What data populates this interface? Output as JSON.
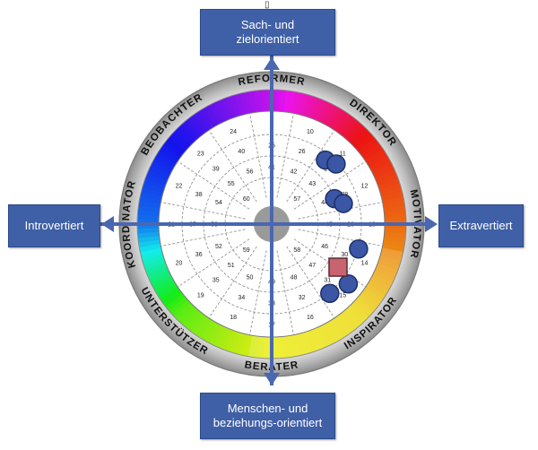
{
  "top_mark": "▯",
  "axis_labels": {
    "top": "Sach- und\nzielorientiert",
    "bottom": "Menschen- und\nbeziehungs-orientiert",
    "left": "Introvertiert",
    "right": "Extravertiert"
  },
  "ring_labels": [
    {
      "text": "REFORMER",
      "angle": 0
    },
    {
      "text": "DIREKTOR",
      "angle": 45
    },
    {
      "text": "MOTIVATOR",
      "angle": 90
    },
    {
      "text": "INSPIRATOR",
      "angle": 135
    },
    {
      "text": "BERATER",
      "angle": 180
    },
    {
      "text": "UNTERSTÜTZER",
      "angle": 225
    },
    {
      "text": "KOORDINATOR",
      "angle": 270
    },
    {
      "text": "BEOBACHTER",
      "angle": 315
    }
  ],
  "wheel_numbers": {
    "outer": [
      "9",
      "10",
      "11",
      "12",
      "13",
      "14",
      "15",
      "16",
      "17",
      "18",
      "19",
      "20",
      "21",
      "22",
      "23",
      "24"
    ],
    "middle": [
      "25",
      "26",
      "27",
      "28",
      "29",
      "30",
      "31",
      "32",
      "33",
      "34",
      "35",
      "36",
      "37",
      "38",
      "39",
      "40"
    ],
    "inner": [
      "41",
      "42",
      "43",
      "44",
      "45",
      "46",
      "47",
      "48",
      "49",
      "50",
      "51",
      "52",
      "53",
      "54",
      "55",
      "56"
    ],
    "center_ring": [
      "57",
      "58",
      "59",
      "60"
    ]
  },
  "markers": {
    "circles": [
      {
        "angle": 40,
        "radius": 0.74
      },
      {
        "angle": 47,
        "radius": 0.78
      },
      {
        "angle": 68,
        "radius": 0.6
      },
      {
        "angle": 74,
        "radius": 0.66
      },
      {
        "angle": 106,
        "radius": 0.8
      },
      {
        "angle": 128,
        "radius": 0.86
      },
      {
        "angle": 140,
        "radius": 0.8
      }
    ],
    "square": {
      "angle": 123,
      "radius": 0.7
    }
  },
  "colors": {
    "axis_box": "#3f5fa6",
    "axis_arrow": "#4a67b0",
    "marker": "#3a56a5",
    "square": "#c86470",
    "hub": "#9a9a9a",
    "ring_band": "#bdbdbd"
  }
}
